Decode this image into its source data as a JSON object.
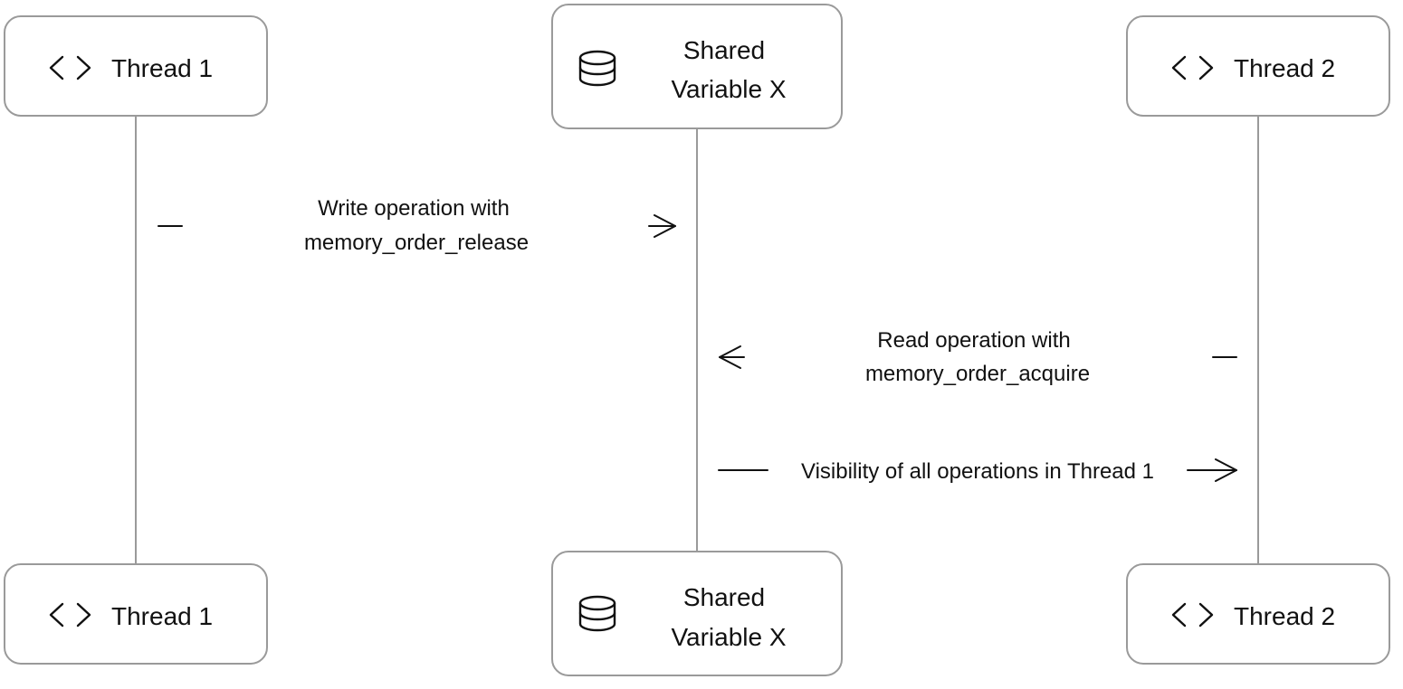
{
  "participants": {
    "thread1_top": {
      "label": "Thread 1",
      "icon": "code-brackets-icon"
    },
    "shared_top": {
      "label_line1": "Shared",
      "label_line2": "Variable X",
      "icon": "database-icon"
    },
    "thread2_top": {
      "label": "Thread 2",
      "icon": "code-brackets-icon"
    },
    "thread1_bottom": {
      "label": "Thread 1",
      "icon": "code-brackets-icon"
    },
    "shared_bottom": {
      "label_line1": "Shared",
      "label_line2": "Variable X",
      "icon": "database-icon"
    },
    "thread2_bottom": {
      "label": "Thread 2",
      "icon": "code-brackets-icon"
    }
  },
  "messages": {
    "write": {
      "line1": "Write operation with",
      "line2": "memory_order_release",
      "from": "Thread 1",
      "to": "Shared Variable X"
    },
    "read": {
      "line1": "Read operation with",
      "line2": "memory_order_acquire",
      "from": "Thread 2",
      "to": "Shared Variable X"
    },
    "visibility": {
      "label": "Visibility of all operations in Thread 1",
      "from": "Shared Variable X",
      "to": "Thread 2"
    }
  },
  "colors": {
    "box_border": "#9a9a9a",
    "lifeline": "#9a9a9a",
    "text": "#111111",
    "background": "#ffffff"
  }
}
